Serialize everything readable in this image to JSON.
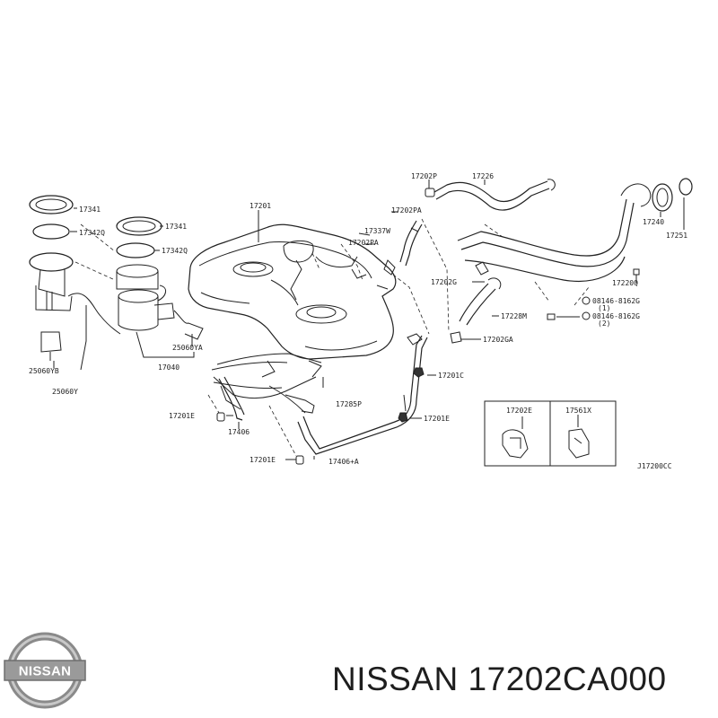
{
  "callouts": {
    "c17341a": "17341",
    "c17342qa": "17342Q",
    "c17341b": "17341",
    "c17342qb": "17342Q",
    "c17201": "17201",
    "c17202p": "17202P",
    "c17226": "17226",
    "c17202pa_a": "17202PA",
    "c17337w": "17337W",
    "c17202pa_b": "17202PA",
    "c17240": "17240",
    "c17251": "17251",
    "c17202g": "17202G",
    "c17220q": "17220Q",
    "c08146a": "08146-8162G",
    "c08146a_qty": "(1)",
    "c17228m": "17228M",
    "c08146b": "08146-8162G",
    "c08146b_qty": "(2)",
    "c17202ga": "17202GA",
    "c25060ya": "25060YA",
    "c17040": "17040",
    "c25060yb": "25060YB",
    "c25060y": "25060Y",
    "c17201c": "17201C",
    "c17285p": "17285P",
    "c17201e_a": "17201E",
    "c17406": "17406",
    "c17201e_b": "17201E",
    "c17201e_c": "17201E",
    "c17406a": "17406+A",
    "inset_17202e": "17202E",
    "inset_17561x": "17561X",
    "ref_code": "J17200CC"
  },
  "brand": {
    "logo_text": "NISSAN",
    "part_label": "NISSAN 17202CA000"
  }
}
